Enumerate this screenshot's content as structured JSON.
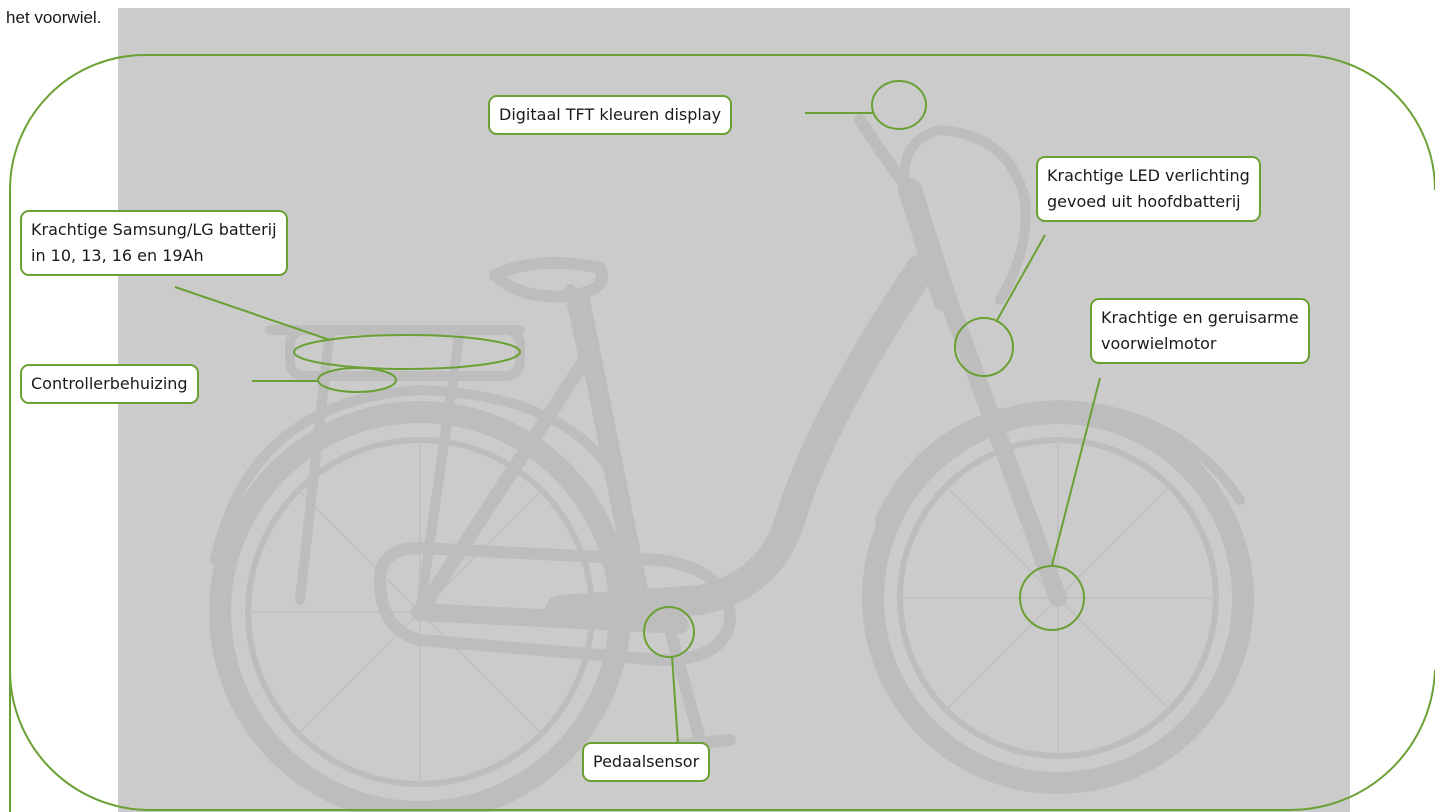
{
  "intro_text": "het voorwiel.",
  "accent_color": "#6aa034",
  "photo_background": "#cbcbcb",
  "labels": {
    "display": {
      "lines": [
        "Digitaal TFT kleuren display"
      ]
    },
    "led": {
      "lines": [
        "Krachtige LED verlichting",
        "gevoed uit hoofdbatterij"
      ]
    },
    "battery": {
      "lines": [
        "Krachtige Samsung/LG batterij",
        "in 10, 13, 16 en 19Ah"
      ]
    },
    "controller": {
      "lines": [
        "Controllerbehuizing"
      ]
    },
    "motor": {
      "lines": [
        "Krachtige en geruisarme",
        "voorwielmotor"
      ]
    },
    "pedal": {
      "lines": [
        "Pedaalsensor"
      ]
    }
  }
}
